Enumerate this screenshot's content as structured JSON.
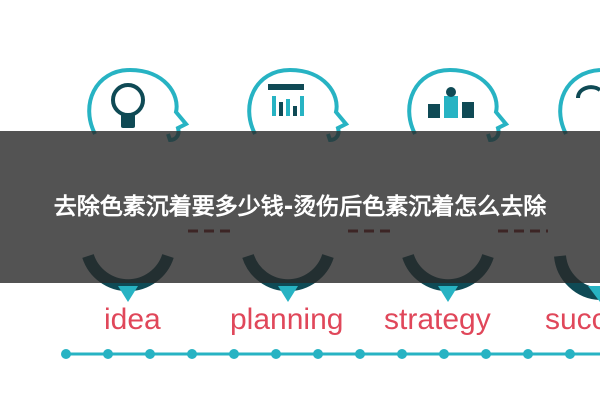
{
  "banner": {
    "title": "去除色素沉着要多少钱-烫伤后色素沉着怎么去除"
  },
  "infographic": {
    "steps": [
      {
        "label": "idea",
        "icon": "lightbulb-icon"
      },
      {
        "label": "planning",
        "icon": "document-chart-icon"
      },
      {
        "label": "strategy",
        "icon": "chess-pieces-icon"
      },
      {
        "label": "succ",
        "icon": "head-profile-icon"
      }
    ]
  },
  "colors": {
    "teal": "#27b3c3",
    "dark_teal": "#0f4a55",
    "label_red": "#e0475a",
    "dash_red": "#8a1c1c",
    "overlay": "#282828"
  }
}
